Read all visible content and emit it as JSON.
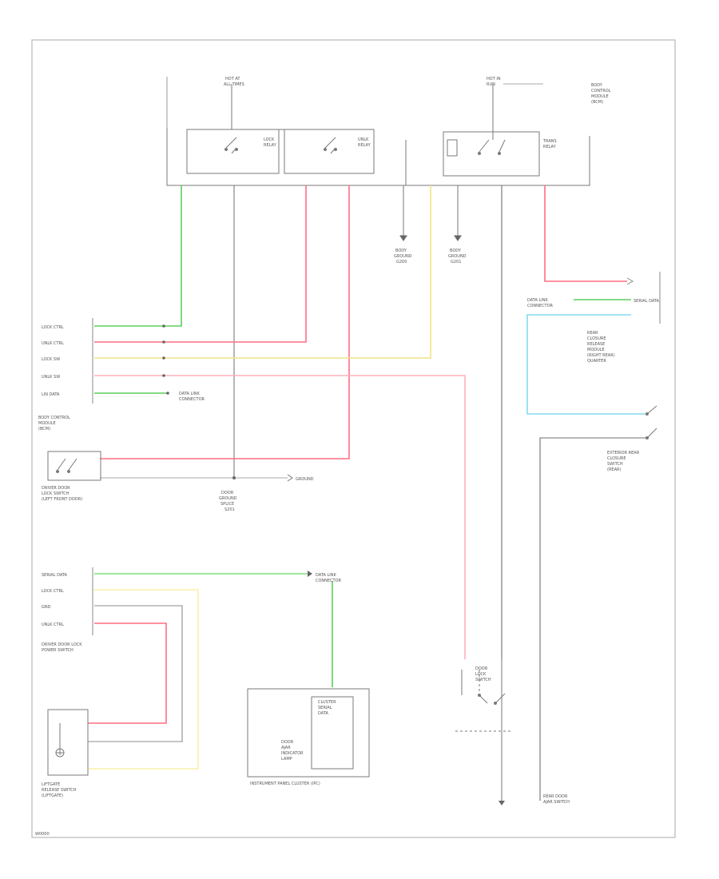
{
  "labels": {
    "fuse_a": [
      "HOT AT",
      "ALL TIMES"
    ],
    "fuse_b": [
      "HOT IN",
      "RUN"
    ],
    "underhood": [
      "BODY",
      "CONTROL",
      "MODULE",
      "(BCM)"
    ],
    "relay_a": [
      "LOCK",
      "RELAY"
    ],
    "relay_b": [
      "UNLK",
      "RELAY"
    ],
    "relay_c": [
      "TRANS",
      "RELAY"
    ],
    "g1": [
      "BODY",
      "GROUND",
      "G200"
    ],
    "g2": [
      "BODY",
      "GROUND",
      "G201"
    ],
    "dlc": [
      "DATA LINK",
      "CONNECTOR"
    ],
    "bcm_pins": [
      "LOCK CTRL",
      "UNLK CTRL",
      "LOCK SW",
      "UNLK SW",
      "LIN DATA"
    ],
    "bcm_name": [
      "BODY CONTROL",
      "MODULE",
      "(BCM)"
    ],
    "lock_sw": [
      "DRIVER DOOR",
      "LOCK SWITCH",
      "(LEFT FRONT DOOR)"
    ],
    "splice": [
      "DOOR",
      "GROUND",
      "SPLICE",
      "S201"
    ],
    "ground_c": "GROUND",
    "pins_lsw": [
      "SERIAL DATA",
      "LOCK CTRL",
      "GND",
      "UNLK CTRL"
    ],
    "lsw_name": [
      "DRIVER DOOR LOCK",
      "POWER SWITCH"
    ],
    "liftgate": [
      "LIFTGATE",
      "RELEASE SWITCH",
      "(LIFTGATE)"
    ],
    "ipc_box": [
      "CLUSTER",
      "SERIAL",
      "DATA"
    ],
    "ipc_text": [
      "DOOR",
      "AJAR",
      "INDICATOR",
      "LAMP"
    ],
    "ipc_name": "INSTRUMENT PANEL CLUSTER (IPC)",
    "right_mod": [
      "REAR",
      "CLOSURE",
      "RELEASE",
      "MODULE",
      "(RIGHT REAR)",
      "QUARTER"
    ],
    "right_pin": "SERIAL DATA",
    "rear_sw": [
      "EXTERIOR REAR",
      "CLOSURE",
      "SWITCH",
      "(REAR)"
    ],
    "door_sw": [
      "DOOR",
      "LOCK",
      "SWITCH"
    ],
    "rear_ajar": [
      "REAR DOOR",
      "AJAR SWITCH"
    ],
    "corner": "W0000"
  },
  "colors": {
    "frame": "#b8b8b8",
    "wire_dark": "#6f6f6f",
    "wire_gray": "#a9a9a9",
    "green": "#5ccf5c",
    "pink": "#ff6e82",
    "pink_light": "#ffb0b9",
    "yellow": "#f1e386",
    "cyan": "#83dcef"
  }
}
